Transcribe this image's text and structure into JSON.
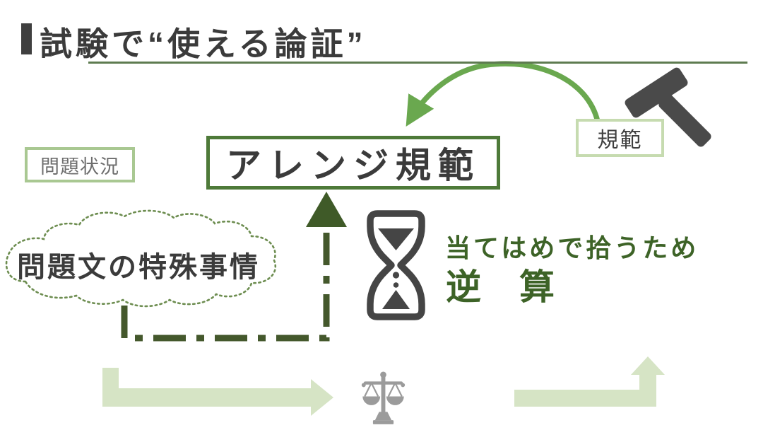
{
  "title": {
    "text": "試験で“使える論証”"
  },
  "diagram": {
    "problem_situation_label": "問題状況",
    "arranged_norm_label": "アレンジ規範",
    "norm_label": "規範",
    "cloud_label": "問題文の特殊事情",
    "annotation_line1": "当てはめで拾うため",
    "annotation_line2": "逆　算",
    "icons": {
      "hammer": "hammer-icon",
      "hourglass": "hourglass-icon",
      "scales": "scales-icon"
    },
    "colors": {
      "title_text": "#3b3b3b",
      "underline_green": "#5e7b50",
      "arrange_border_green": "#4e7a39",
      "light_box_border_green": "#a9c892",
      "norm_box_border_green": "#c6dbb0",
      "curved_arrow_green": "#6aa84f",
      "dashed_line_green": "#44582c",
      "pale_arrow_green": "#d6e4c5",
      "annotation_green": "#3d6327",
      "icon_dark_gray": "#474747",
      "scales_gray": "#9b9b9b"
    }
  }
}
